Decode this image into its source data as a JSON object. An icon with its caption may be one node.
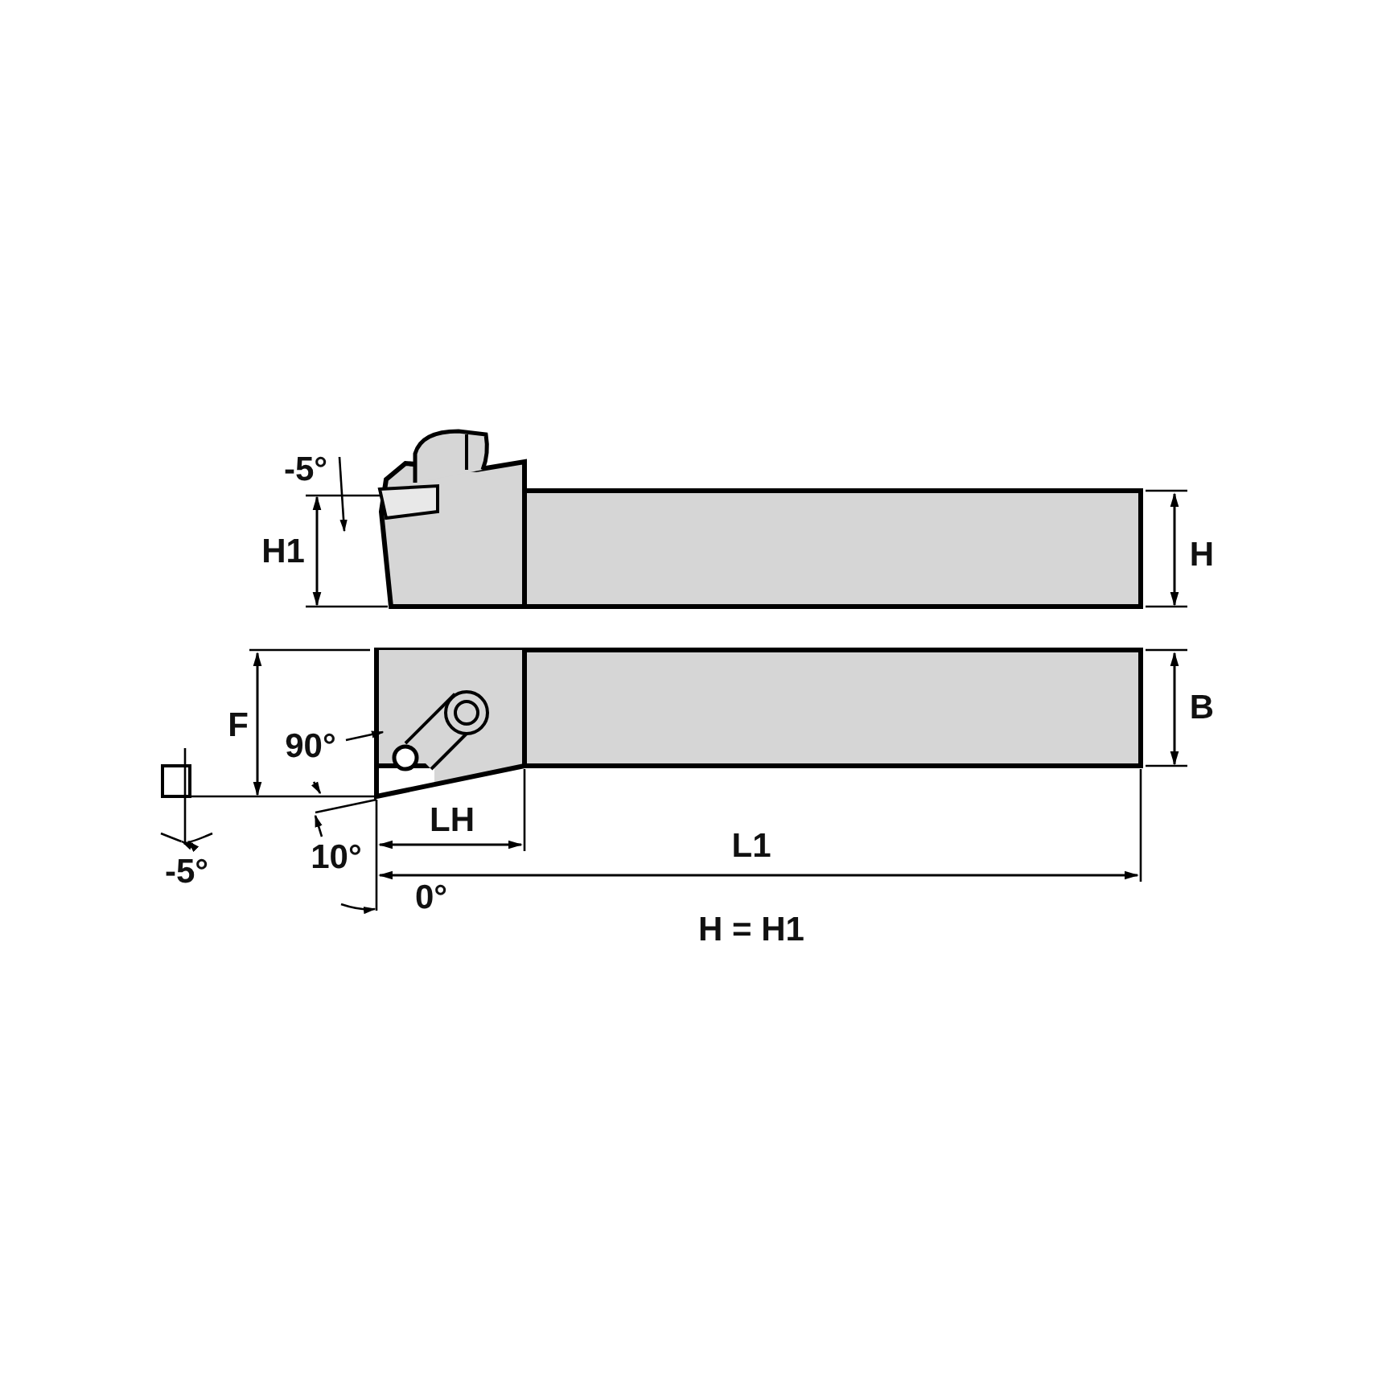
{
  "diagram": {
    "labels": [
      "-5°",
      "H1",
      "H",
      "F",
      "B",
      "90°",
      "-5°",
      "10°",
      "LH",
      "L1",
      "0°",
      "H = H1"
    ]
  }
}
